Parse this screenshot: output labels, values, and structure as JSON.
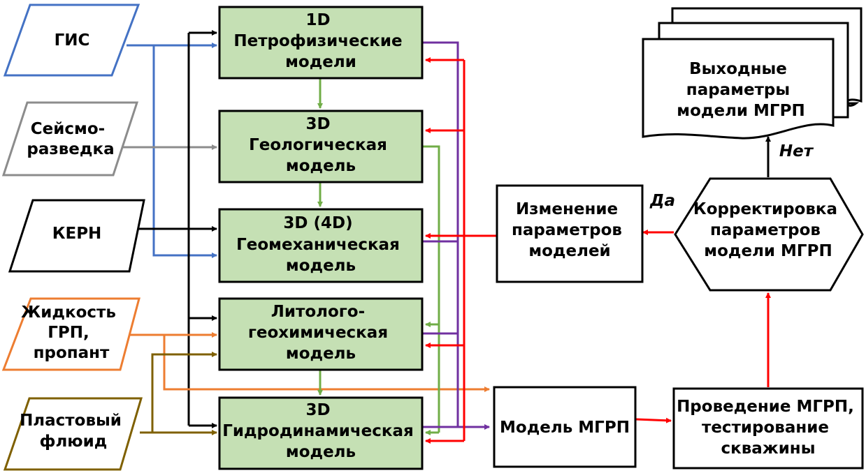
{
  "inputs": {
    "gis": {
      "label": "ГИС",
      "color": "#4472C4"
    },
    "seismic": {
      "lines": [
        "Сейсмо-",
        "разведка"
      ],
      "color": "#8C8C8C"
    },
    "core": {
      "label": "КЕРН",
      "color": "#000000"
    },
    "frac_fluid": {
      "lines": [
        "Жидкость",
        "ГРП,",
        "пропант"
      ],
      "color": "#ED7D31"
    },
    "reservoir_fluid": {
      "lines": [
        "Пластовый",
        "флюид"
      ],
      "color": "#7F6000"
    }
  },
  "models": {
    "petro": {
      "lines": [
        "1D",
        "Петрофизические",
        "модели"
      ]
    },
    "geo": {
      "lines": [
        "3D",
        "Геологическая",
        "модель"
      ]
    },
    "geomech": {
      "lines": [
        "3D (4D)",
        "Геомеханическая",
        "модель"
      ]
    },
    "litho": {
      "lines": [
        "Литолого-",
        "геохимическая",
        "модель"
      ]
    },
    "hydro": {
      "lines": [
        "3D",
        "Гидродинамическая",
        "модель"
      ]
    },
    "fill_color": "#C5E0B4"
  },
  "process": {
    "change": {
      "lines": [
        "Изменение",
        "параметров",
        "моделей"
      ]
    },
    "mgrp_model": {
      "label": "Модель МГРП"
    },
    "conduct": {
      "lines": [
        "Проведение МГРП,",
        "тестирование",
        "скважины"
      ]
    },
    "correction": {
      "lines": [
        "Корректировка",
        "параметров",
        "модели МГРП"
      ]
    },
    "output": {
      "lines": [
        "Выходные",
        "параметры",
        "модели МГРП"
      ]
    }
  },
  "edge_labels": {
    "yes": "Да",
    "no": "Нет"
  },
  "colors": {
    "blue": "#4472C4",
    "gray": "#8C8C8C",
    "black": "#000000",
    "orange": "#ED7D31",
    "brown": "#7F6000",
    "green": "#70AD47",
    "purple": "#7030A0",
    "red": "#FF0000"
  }
}
